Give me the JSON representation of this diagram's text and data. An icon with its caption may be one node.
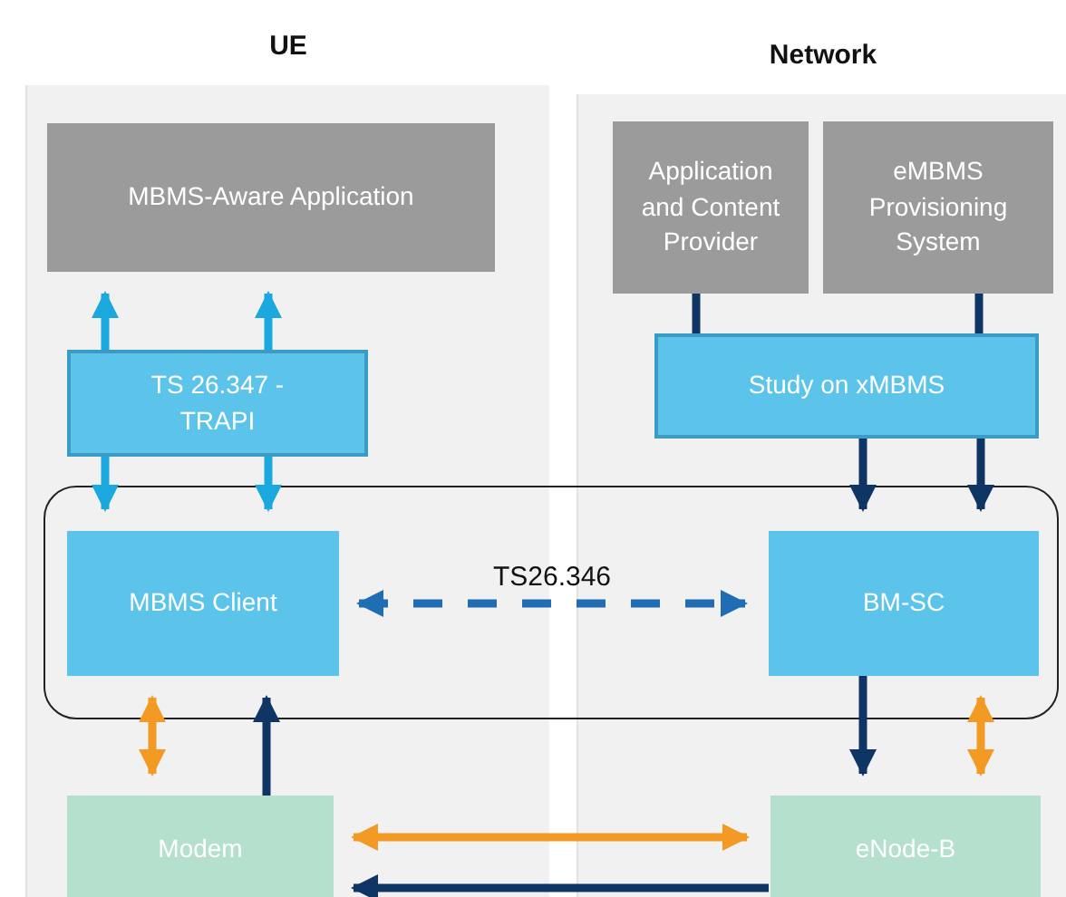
{
  "diagram": {
    "nodes": [
      {
        "text": [
          "UE"
        ]
      },
      {
        "text": [
          "MBMS-Aware Application"
        ],
        "in": 0
      },
      {
        "text": [
          "TS 26.347 - TRAPI"
        ],
        "in": 0
      },
      {
        "text": [
          "MBMS Client"
        ],
        "in": 0
      },
      {
        "text": [
          "Modem"
        ],
        "in": 0
      },
      {
        "text": [
          "Network"
        ]
      },
      {
        "text": [
          "Application and Content Provider"
        ],
        "in": 5
      },
      {
        "text": [
          "eMBMS Provisioning System"
        ],
        "in": 5
      },
      {
        "text": [
          "Study on xMBMS"
        ],
        "in": 5
      },
      {
        "text": [
          "BM-SC"
        ],
        "in": 5
      },
      {
        "text": [
          "eNode-B"
        ],
        "in": 5
      }
    ],
    "edges": [
      {
        "from": 2,
        "to": 1,
        "arrow": "to",
        "color": "#1aa8de"
      },
      {
        "from": 2,
        "to": 1,
        "arrow": "to",
        "color": "#1aa8de"
      },
      {
        "from": 2,
        "to": 3,
        "arrow": "to",
        "color": "#1aa8de"
      },
      {
        "from": 2,
        "to": 3,
        "arrow": "to",
        "color": "#1aa8de"
      },
      {
        "from": 6,
        "to": 8,
        "arrow": "none"
      },
      {
        "from": 7,
        "to": 8,
        "arrow": "none"
      },
      {
        "from": 8,
        "to": 9,
        "arrow": "to"
      },
      {
        "from": 8,
        "to": 9,
        "arrow": "to"
      },
      {
        "from": 3,
        "to": 9,
        "arrow": "both",
        "label": "TS26.346",
        "style": "dashed",
        "color": "#1f6db3"
      },
      {
        "from": 3,
        "to": 4,
        "arrow": "both",
        "color": "#f39a24"
      },
      {
        "from": 4,
        "to": 3,
        "arrow": "to"
      },
      {
        "from": 9,
        "to": 10,
        "arrow": "to"
      },
      {
        "from": 9,
        "to": 10,
        "arrow": "both",
        "color": "#f39a24"
      },
      {
        "from": 4,
        "to": 10,
        "arrow": "both",
        "color": "#f39a24"
      },
      {
        "from": 10,
        "to": 4,
        "arrow": "to"
      }
    ]
  }
}
